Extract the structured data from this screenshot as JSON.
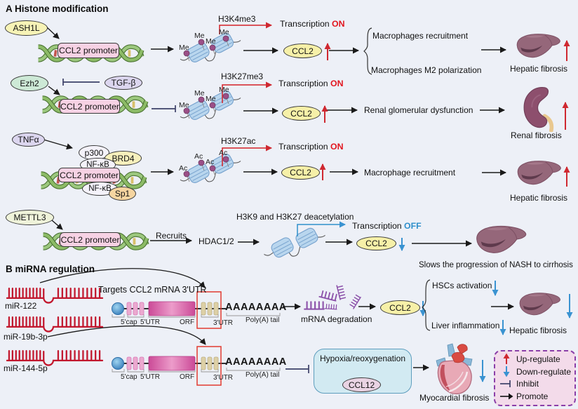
{
  "colors": {
    "background": "#edf0f7",
    "up_red": "#cf2830",
    "on_red": "#e2161f",
    "down_blue": "#3a93d1",
    "inhibit_navy": "#3d4168",
    "mirna_red": "#c2182e",
    "promoter_pink": "#f7d2e4",
    "gene_yellow": "#f6f0a8"
  },
  "a": {
    "title": "A  Histone modification",
    "promoter_label": "CCL2 promoter",
    "row1": {
      "factor": "ASH1L",
      "mark": "Me",
      "histone_mark": "H3K4me3",
      "transcription": "Transcription",
      "state": "ON",
      "gene": "CCL2",
      "outcomes": [
        "Macrophages recruitment",
        "Macrophages M2 polarization"
      ],
      "disease": "Hepatic fibrosis"
    },
    "row2": {
      "factor": "Ezh2",
      "upstream": "TGF-β",
      "mark": "Me",
      "histone_mark": "H3K27me3",
      "transcription": "Transcription",
      "state": "ON",
      "gene": "CCL2",
      "outcome": "Renal glomerular dysfunction",
      "disease": "Renal fibrosis"
    },
    "row3": {
      "factor": "TNFα",
      "p300": "p300",
      "brd4": "BRD4",
      "nfkb": "NF-κB",
      "sp1": "Sp1",
      "mark": "Ac",
      "histone_mark": "H3K27ac",
      "transcription": "Transcription",
      "state": "ON",
      "gene": "CCL2",
      "outcome": "Macrophage recruitment",
      "disease": "Hepatic fibrosis"
    },
    "row4": {
      "factor": "METTL3",
      "recruits": "Recruits",
      "effector": "HDAC1/2",
      "histone_mark": "H3K9 and H3K27 deacetylation",
      "transcription": "Transcription",
      "state": "OFF",
      "gene": "CCL2",
      "outcome": "Slows the progression of NASH to cirrhosis"
    }
  },
  "b": {
    "title": "B  miRNA regulation",
    "mir1": "miR-122",
    "mir2": "miR-19b-3p",
    "mir3": "miR-144-5p",
    "targets": "Targets CCL2 mRNA 3'UTR",
    "mrna": {
      "cap": "5'cap",
      "utr5": "5'UTR",
      "orf": "ORF",
      "utr3": "3'UTR",
      "polya": "Poly(A) tail",
      "tail": "AAAAAAAA"
    },
    "path1": {
      "process": "mRNA degradation",
      "gene": "CCL2",
      "outcome1": "HSCs activation",
      "outcome2": "Liver inflammation",
      "disease": "Hepatic fibrosis"
    },
    "path2": {
      "trigger": "Hypoxia/reoxygenation",
      "gene": "CCL12",
      "disease": "Myocardial fibrosis"
    }
  },
  "legend": {
    "up": "Up-regulate",
    "down": "Down-regulate",
    "inhibit": "Inhibit",
    "promote": "Promote"
  }
}
